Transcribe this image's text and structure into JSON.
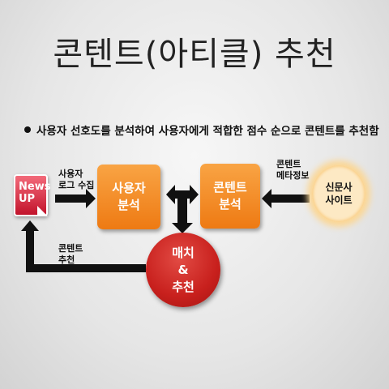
{
  "title": "콘텐트(아티클) 추천",
  "bullet_text": "사용자 선호도를 분석하여 사용자에게 적합한 점수 순으로 콘텐트를 추천함",
  "logo": {
    "line1": "News",
    "line2": "UP"
  },
  "nodes": {
    "user_analysis": {
      "line1": "사용자",
      "line2": "분석"
    },
    "content_analysis": {
      "line1": "콘텐트",
      "line2": "분석"
    },
    "match_recommend": {
      "line1": "매치",
      "line2": "&",
      "line3": "추천"
    },
    "newspaper_sites": {
      "line1": "신문사",
      "line2": "사이트"
    }
  },
  "edge_labels": {
    "log_collect": {
      "line1": "사용자",
      "line2": "로그 수집"
    },
    "content_meta": {
      "line1": "콘텐트",
      "line2": "메타정보"
    },
    "content_recommend": {
      "line1": "콘텐트",
      "line2": "추천"
    }
  }
}
